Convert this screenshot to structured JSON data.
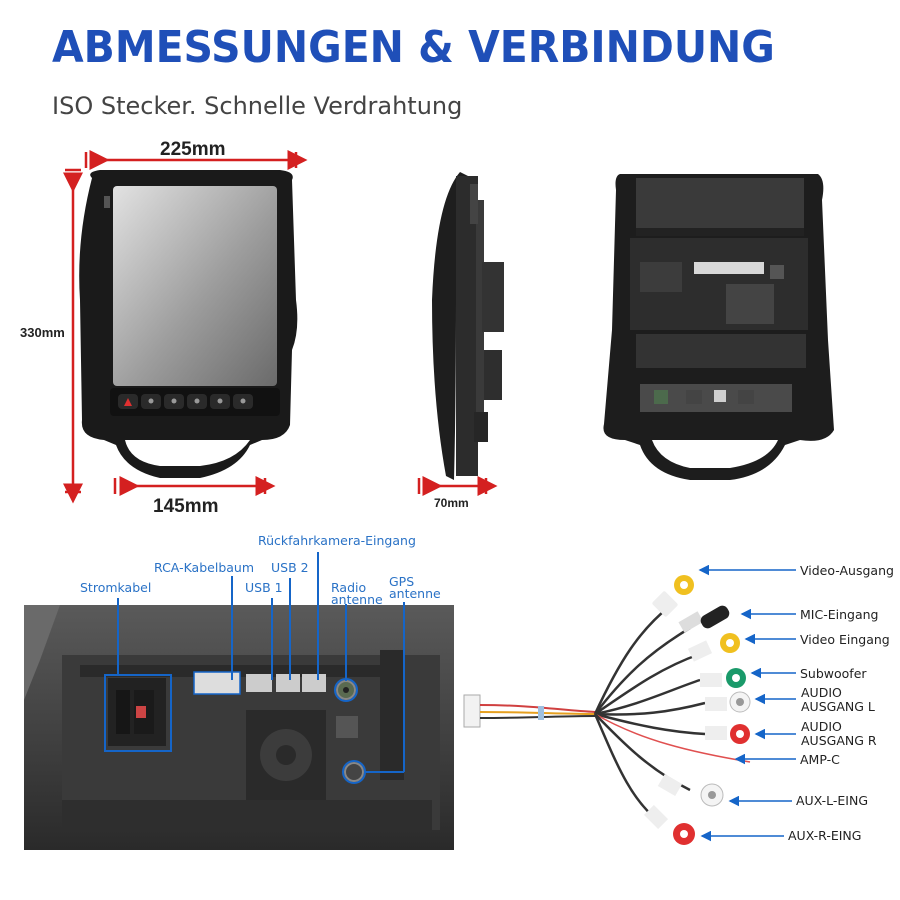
{
  "header": {
    "title": "ABMESSUNGEN & VERBINDUNG",
    "subtitle": "ISO Stecker. Schnelle Verdrahtung"
  },
  "dimensions": {
    "width_top": "225mm",
    "height": "330mm",
    "width_bottom": "145mm",
    "depth": "70mm"
  },
  "ports": {
    "stromkabel": "Stromkabel",
    "rca": "RCA-Kabelbaum",
    "usb1": "USB 1",
    "usb2": "USB 2",
    "rueckfahr": "Rückfahrkamera-Eingang",
    "radio": [
      "Radio",
      "antenne"
    ],
    "gps": [
      "GPS",
      "antenne"
    ]
  },
  "cables": {
    "video_out": "Video-Ausgang",
    "mic": "MIC-Eingang",
    "video_in": "Video Eingang",
    "subwoofer": "Subwoofer",
    "audio_l": [
      "AUDIO",
      "AUSGANG L"
    ],
    "audio_r": [
      "AUDIO",
      "AUSGANG R"
    ],
    "amp": "AMP-C",
    "aux_l": "AUX-L-EING",
    "aux_r": "AUX-R-EING"
  },
  "colors": {
    "title_blue": "#1f4fb8",
    "dimension_red": "#d42020",
    "label_blue": "#2a72c6",
    "callout_blue": "#1565c8"
  }
}
